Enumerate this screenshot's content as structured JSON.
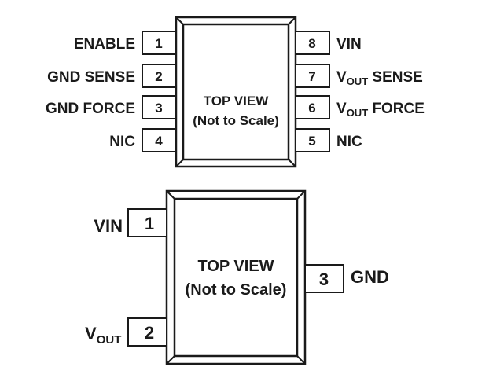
{
  "package_8pin": {
    "center_line1": "TOP VIEW",
    "center_line2": "(Not to Scale)",
    "left_pins": [
      {
        "number": "1",
        "label": "ENABLE"
      },
      {
        "number": "2",
        "label": "GND SENSE"
      },
      {
        "number": "3",
        "label": "GND FORCE"
      },
      {
        "number": "4",
        "label": "NIC"
      }
    ],
    "right_pins": [
      {
        "number": "8",
        "label": "VIN",
        "sub": "",
        "suffix": ""
      },
      {
        "number": "7",
        "label": "V",
        "sub": "OUT",
        "suffix": " SENSE"
      },
      {
        "number": "6",
        "label": "V",
        "sub": "OUT",
        "suffix": " FORCE"
      },
      {
        "number": "5",
        "label": "NIC",
        "sub": "",
        "suffix": ""
      }
    ]
  },
  "package_3pin": {
    "center_line1": "TOP VIEW",
    "center_line2": "(Not to Scale)",
    "pin1": {
      "number": "1",
      "label": "VIN"
    },
    "pin2": {
      "number": "2",
      "label": "V",
      "sub": "OUT"
    },
    "pin3": {
      "number": "3",
      "label": "GND"
    }
  }
}
